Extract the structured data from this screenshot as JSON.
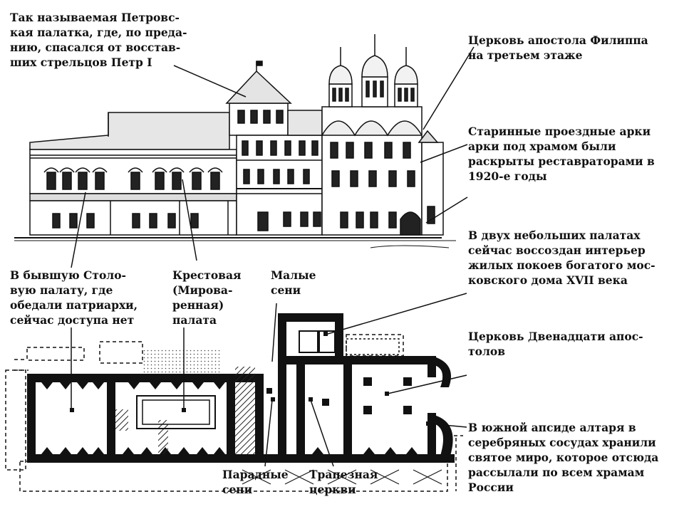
{
  "labels": {
    "petrovskaya": [
      "Так называемая Петровс-",
      "кая палатка, где, по преда-",
      "нию, спасался от восстав-",
      "ших стрельцов Петр I"
    ],
    "philipp": [
      "Церковь апостола Филиппа",
      "на третьем этаже"
    ],
    "arches": [
      "Старинные проездные арки",
      "арки под храмом были",
      "раскрыты реставраторами в",
      "1920-е годы"
    ],
    "two_chambers": [
      "В двух небольших палатах",
      "сейчас воссоздан интерьер",
      "жилых покоев богатого мос-",
      "ковского дома XVII века"
    ],
    "stolovaya": [
      "В бывшую Столо-",
      "вую палату, где",
      "обедали патриархи,",
      "сейчас доступа нет"
    ],
    "krestovaya": [
      "Крестовая",
      "(Мирова-",
      "ренная)",
      "палата"
    ],
    "malye_seni": [
      "Малые",
      "сени"
    ],
    "twelve_apostles": [
      "Церковь Двенадцати апос-",
      "толов"
    ],
    "south_apse": [
      "В южной апсиде алтаря в",
      "серебряных сосудах хранили",
      "святое миро, которое отсюда",
      "рассылали по всем храмам",
      "России"
    ],
    "paradnye_seni": [
      "Парадные",
      "сени"
    ],
    "trapeznaya": [
      "Трапезная",
      "церкви"
    ]
  }
}
